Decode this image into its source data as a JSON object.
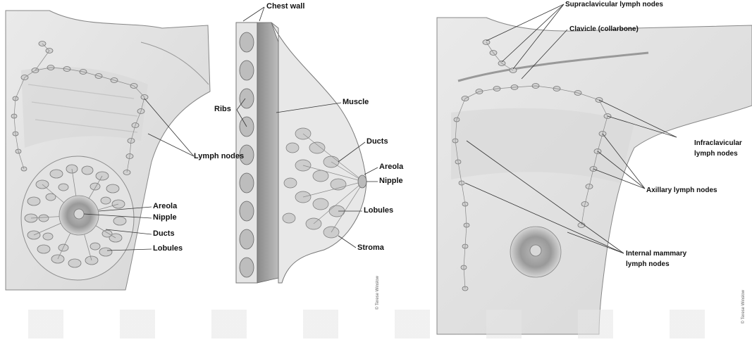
{
  "left_panel": {
    "labels": {
      "lymph_nodes": "Lymph nodes",
      "areola": "Areola",
      "nipple": "Nipple",
      "ducts": "Ducts",
      "lobules": "Lobules"
    }
  },
  "middle_panel": {
    "labels": {
      "chest_wall": "Chest wall",
      "ribs": "Ribs",
      "muscle": "Muscle",
      "ducts": "Ducts",
      "areola": "Areola",
      "nipple": "Nipple",
      "lobules": "Lobules",
      "stroma": "Stroma"
    },
    "credit": "© Terese Winslow"
  },
  "right_panel": {
    "labels": {
      "supraclavicular": "Supraclavicular lymph nodes",
      "clavicle": "Clavicle (collarbone)",
      "infraclavicular_1": "Infraclavicular",
      "infraclavicular_2": "lymph nodes",
      "axillary": "Axillary lymph nodes",
      "internal_mammary_1": "Internal mammary",
      "internal_mammary_2": "lymph nodes"
    },
    "credit": "© Terese Winslow"
  }
}
